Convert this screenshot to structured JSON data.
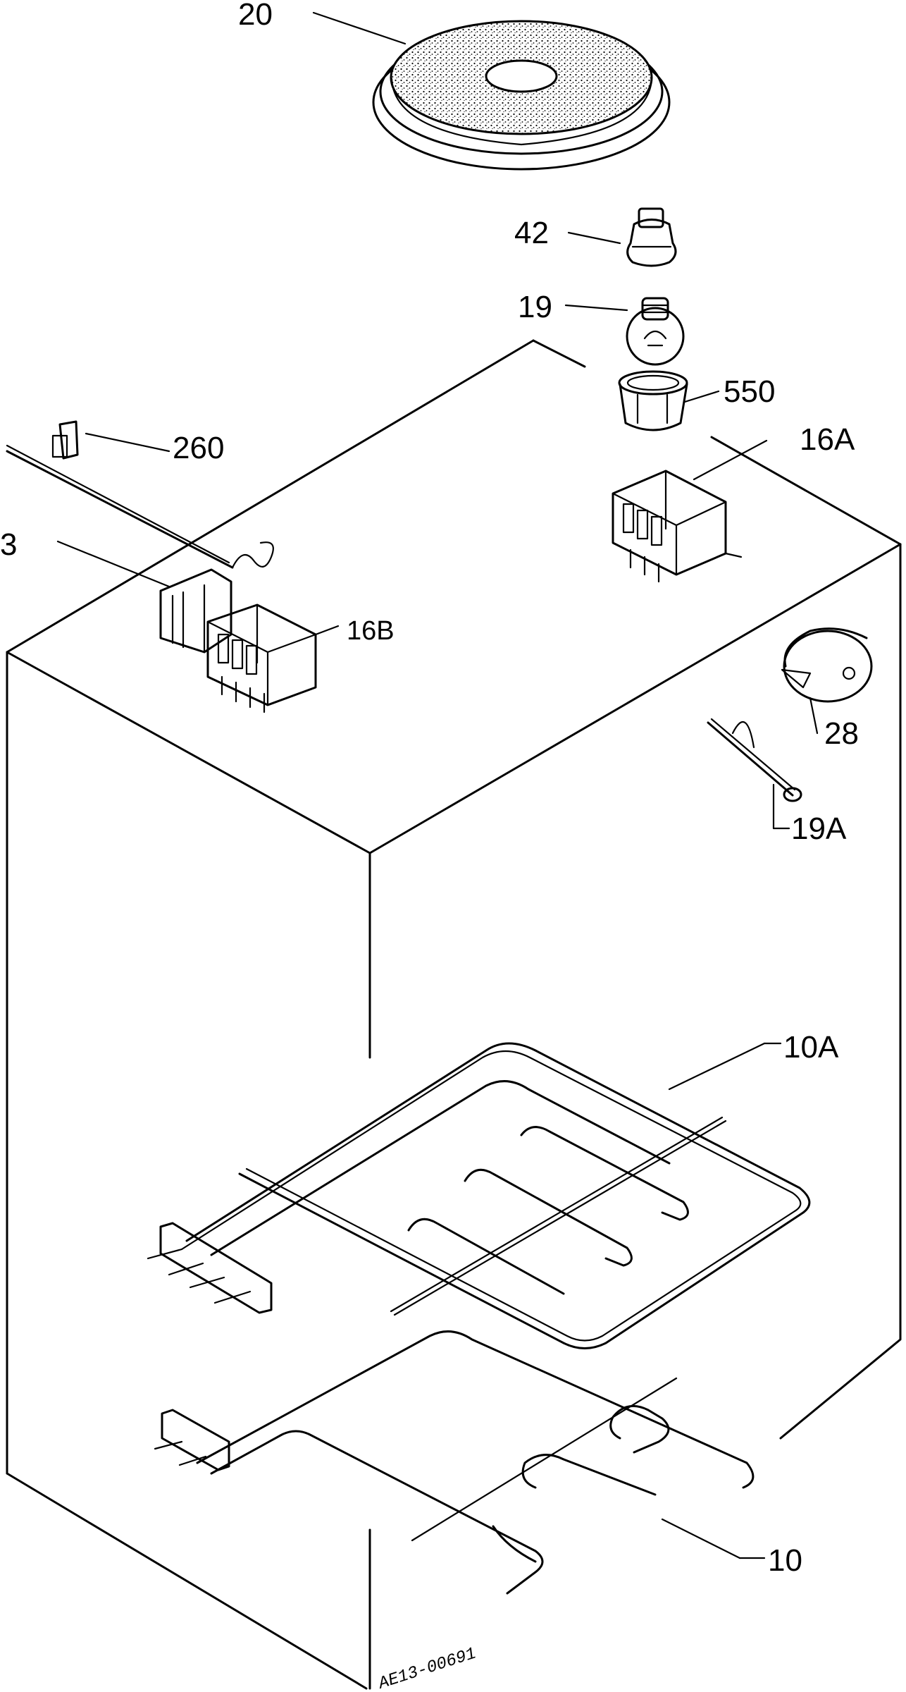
{
  "diagram": {
    "labels": {
      "p20": "20",
      "p42": "42",
      "p19": "19",
      "p550": "550",
      "p260": "260",
      "p3": "3",
      "p16a": "16A",
      "p16b": "16B",
      "p28": "28",
      "p19a": "19A",
      "p10a": "10A",
      "p10": "10"
    },
    "drawing_code": "AE13-00691"
  }
}
